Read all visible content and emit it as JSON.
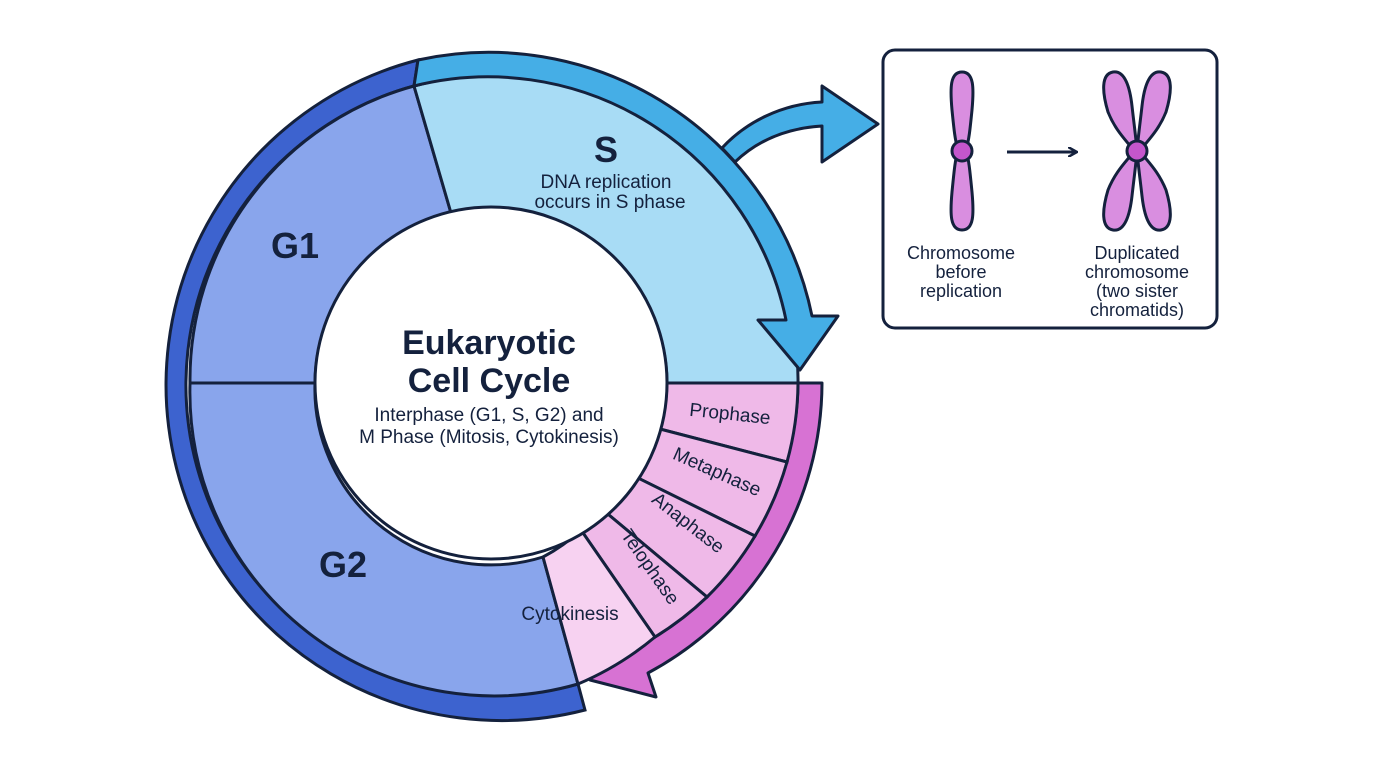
{
  "center": {
    "title_line1": "Eukaryotic",
    "title_line2": "Cell Cycle",
    "subtitle_line1": "Interphase (G1, S, G2) and",
    "subtitle_line2": "M Phase (Mitosis, Cytokinesis)"
  },
  "phases": {
    "g1": "G1",
    "s": "S",
    "s_note_line1": "DNA replication",
    "s_note_line2": "occurs in S phase",
    "g2": "G2"
  },
  "mitosis": [
    "Prophase",
    "Metaphase",
    "Anaphase",
    "Telophase"
  ],
  "cytokinesis": "Cytokinesis",
  "inset": {
    "before_line1": "Chromosome",
    "before_line2": "before",
    "before_line3": "replication",
    "after_line1": "Duplicated",
    "after_line2": "chromosome",
    "after_line3": "(two sister",
    "after_line4": "chromatids)"
  },
  "colors": {
    "g_phase_fill": "#89a5ec",
    "outer_ring_blue": "#3d63cf",
    "s_phase_fill": "#a8dcf5",
    "s_arrow": "#45aee6",
    "m_phase_fill": "#efb9e8",
    "m_arrow": "#d772d3",
    "cytokinesis_fill": "#f7d2f1",
    "chromosome_fill": "#d98ee0",
    "outline": "#14213d"
  }
}
